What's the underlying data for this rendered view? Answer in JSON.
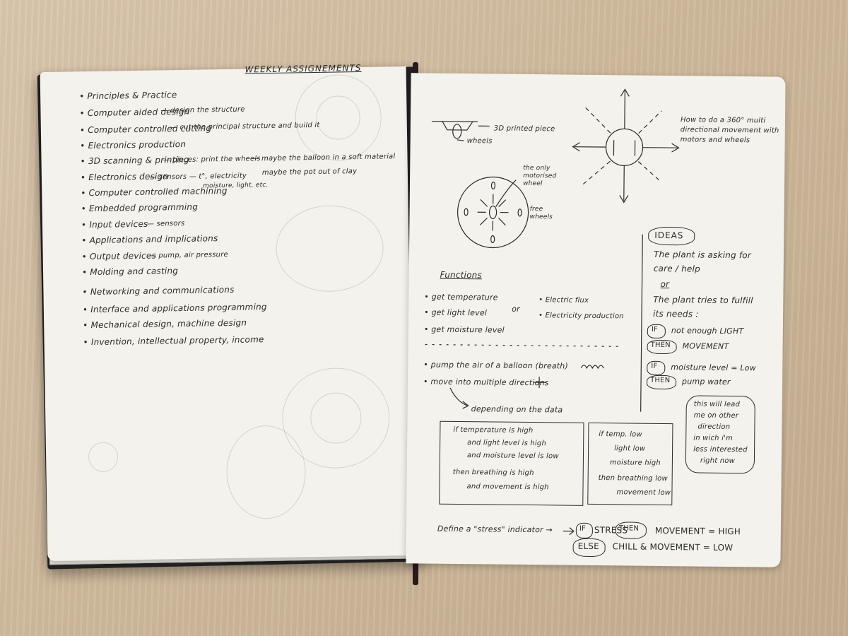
{
  "left_page": {
    "title": "WEEKLY ASSIGNEMENTS",
    "items": [
      "• Principles & Practice",
      "• Computer aided design",
      "• Computer controlled cutting",
      "• Electronics production",
      "• 3D scanning & printing",
      "• Electronics design",
      "• Computer controlled machining",
      "• Embedded programming",
      "• Input devices",
      "• Applications and implications",
      "• Output devices",
      "• Molding and casting",
      "• Networking and communications",
      "• Interface and applications programming",
      "• Mechanical design, machine design",
      "• Invention, intellectual property, income"
    ],
    "notes": {
      "cad": "— design the structure",
      "cutting": "— cut the principal structure and build it",
      "printing1": "— pieces: print the wheels",
      "printing2": "— maybe the balloon in a soft material",
      "design1": "— sensors — t°, electricity",
      "design2": "moisture, light, etc.",
      "design3": "maybe the pot out of clay",
      "input": "— sensors",
      "output": "— pump, air pressure"
    }
  },
  "right_page": {
    "printed_piece": "3D printed piece",
    "wheels": "wheels",
    "motorised_wheel": "the only motorised wheel",
    "free_wheels": "free wheels",
    "movement_question": "How to do a 360° multi directional movement with motors and wheels",
    "functions_title": "Functions",
    "functions": [
      "• get temperature",
      "• get light level",
      "• get moisture level"
    ],
    "or_label": "or",
    "electric": [
      "• Electric flux",
      "• Electricity production"
    ],
    "actions": [
      "• pump the air of a balloon (breath)",
      "• move into multiple directions"
    ],
    "depending": "depending on the data",
    "box1": [
      "if  temperature is high",
      "and  light level is high",
      "and  moisture level is low",
      "then  breathing is high",
      "and  movement is high"
    ],
    "box2": [
      "if  temp. low",
      "light low",
      "moisture high",
      "then  breathing low",
      "movement low"
    ],
    "ideas_title": "IDEAS",
    "ideas": [
      "The plant is asking for",
      "care / help",
      "or",
      "The plant tries to fulfill",
      "its needs :"
    ],
    "rule1": {
      "if": "IF",
      "cond": "not enough LIGHT",
      "then": "THEN",
      "action": "MOVEMENT"
    },
    "rule2": {
      "if": "IF",
      "cond": "moisture level = Low",
      "then": "THEN",
      "action": "pump water"
    },
    "bubble": [
      "this will lead",
      "me on other",
      "direction",
      "in wich i'm",
      "less interested",
      "right now"
    ],
    "stress_line": {
      "define": "Define a \"stress\" indicator →",
      "if": "IF",
      "stress": "STRESS",
      "then": "THEN",
      "high": "MOVEMENT = HIGH",
      "else": "ELSE",
      "low": "CHILL & MOVEMENT = LOW"
    }
  }
}
